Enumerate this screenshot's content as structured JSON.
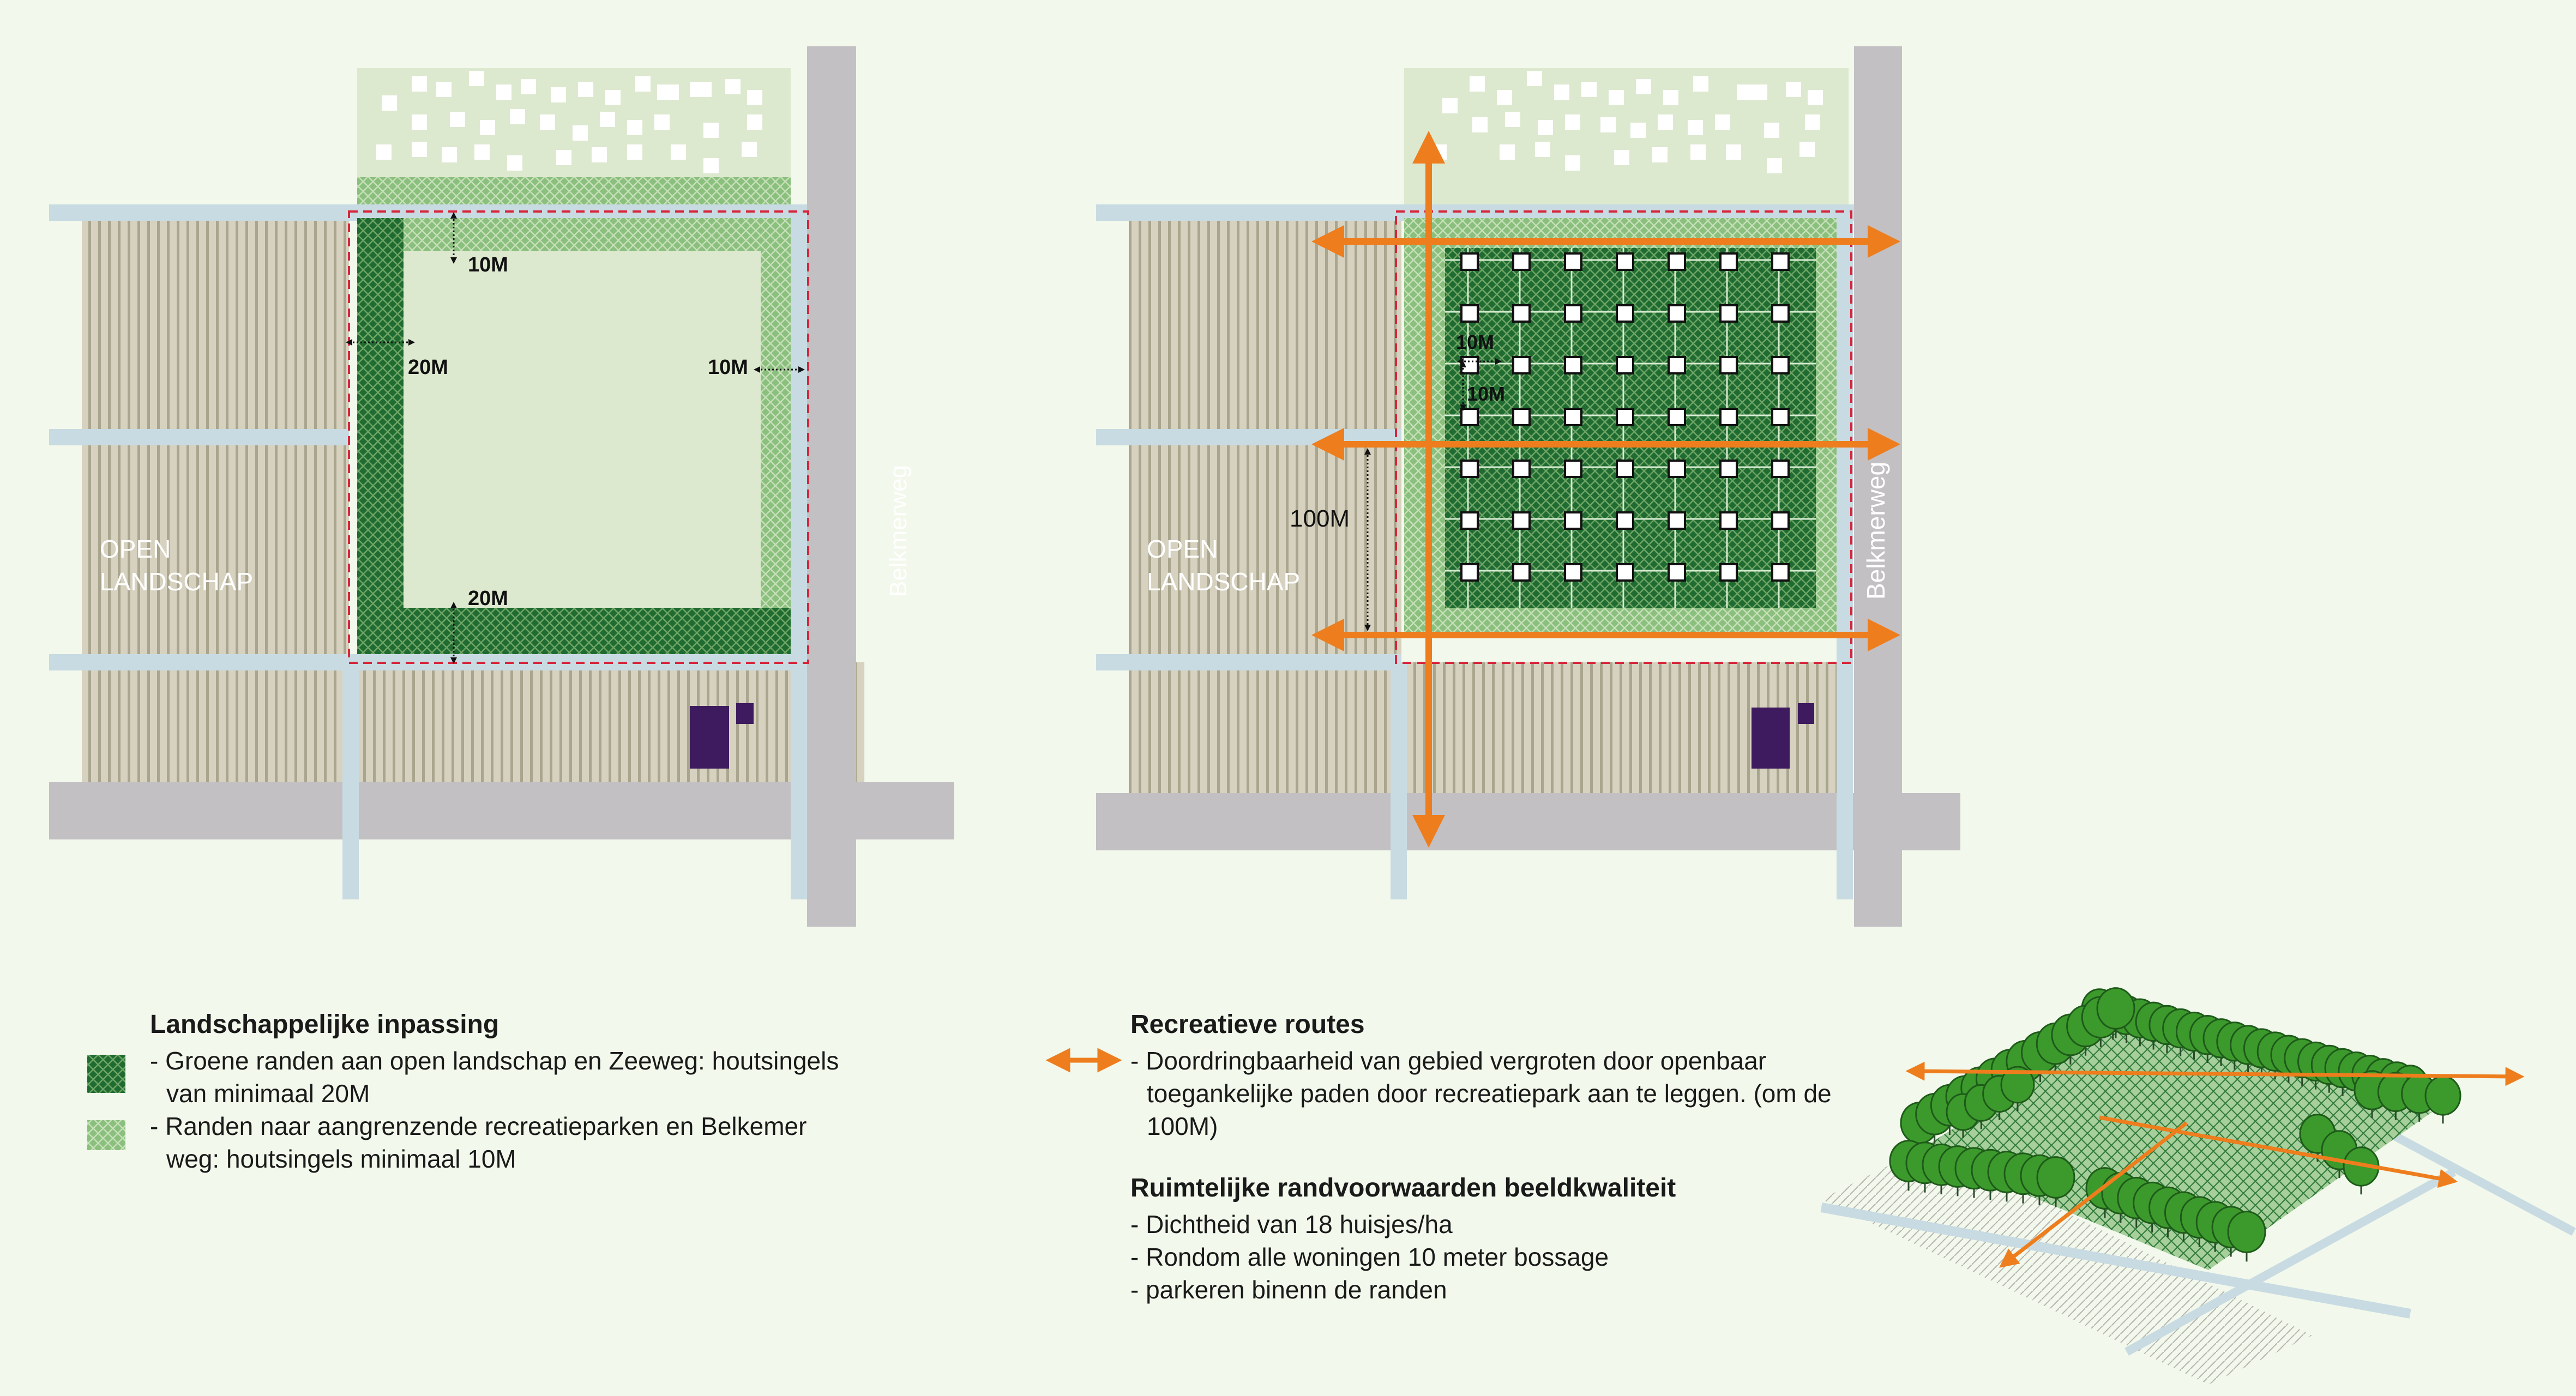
{
  "colors": {
    "background": "#f2f8eb",
    "road_gray": "#c2c0c3",
    "path_blue": "#c8dbe2",
    "open_land": "#d6d2bf",
    "field_light": "#dde9cf",
    "dark_green": "#1f6b32",
    "mid_green": "#8abf7e",
    "boundary_red": "#d6253b",
    "route_orange": "#ee7d1d",
    "building_purple": "#3d1b5e"
  },
  "map_left": {
    "label_open_landschap": [
      "OPEN",
      "LANDSCHAP"
    ],
    "road_name": "Belkmerweg",
    "dim_top": "10M",
    "dim_left": "20M",
    "dim_right": "10M",
    "dim_bottom": "20M"
  },
  "map_right": {
    "label_open_landschap": [
      "OPEN",
      "LANDSCHAP"
    ],
    "road_name": "Belkmerweg",
    "dim_spacing_h": "10M",
    "dim_spacing_v": "10M",
    "dim_route": "100M"
  },
  "legend_left": {
    "title": "Landschappelijke inpassing",
    "item1_line1": "- Groene randen aan open landschap en Zeeweg: houtsingels",
    "item1_line2": "van minimaal 20M",
    "item2_line1": "- Randen naar aangrenzende recreatieparken en Belkemer",
    "item2_line2": "weg: houtsingels minimaal 10M"
  },
  "legend_right": {
    "title": "Recreatieve routes",
    "route_line1": "- Doordringbaarheid van gebied vergroten door openbaar",
    "route_line2": "toegankelijke paden door recreatiepark aan te leggen. (om de",
    "route_line3": "100M)",
    "title2": "Ruimtelijke randvoorwaarden beeldkwaliteit",
    "item1": "- Dichtheid van 18 huisjes/ha",
    "item2": "- Rondom alle woningen 10 meter bossage",
    "item3": "- parkeren binenn de randen"
  }
}
